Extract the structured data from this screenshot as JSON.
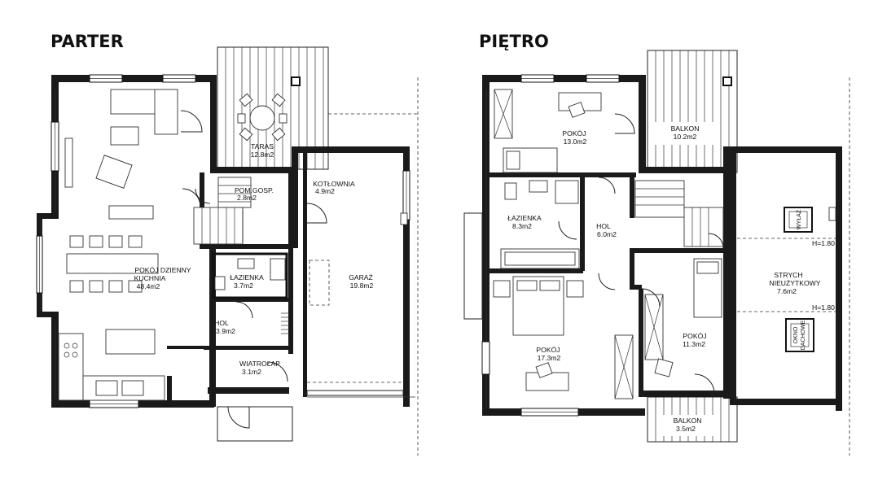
{
  "plans": {
    "ground": {
      "title": "PARTER",
      "rooms": {
        "taras": {
          "name": "TARAS",
          "area": "12.8m2"
        },
        "pom_gosp": {
          "name": "POM.GOSP.",
          "area": "2.8m2"
        },
        "kotlownia": {
          "name": "KOTŁOWNIA",
          "area": "4.9m2"
        },
        "pokoj_dzienny": {
          "name1": "POKÓJ DZIENNY",
          "name2": "KUCHNIA",
          "area": "48.4m2"
        },
        "lazienka": {
          "name": "ŁAZIENKA",
          "area": "3.7m2"
        },
        "garaz": {
          "name": "GARAŻ",
          "area": "19.8m2"
        },
        "hol": {
          "name": "HOL",
          "area": "3.9m2"
        },
        "wiatrolap": {
          "name": "WIATROŁAP",
          "area": "3.1m2"
        }
      }
    },
    "upper": {
      "title": "PIĘTRO",
      "rooms": {
        "pokoj_1": {
          "name": "POKÓJ",
          "area": "13.0m2"
        },
        "balkon_1": {
          "name": "BALKON",
          "area": "10.2m2"
        },
        "lazienka": {
          "name": "ŁAZIENKA",
          "area": "8.3m2"
        },
        "hol": {
          "name": "HOL",
          "area": "6.0m2"
        },
        "strych": {
          "name1": "STRYCH",
          "name2": "NIEUŻYTKOWY",
          "area": "7.6m2"
        },
        "pokoj_2": {
          "name": "POKÓJ",
          "area": "17.3m2"
        },
        "pokoj_3": {
          "name": "POKÓJ",
          "area": "11.3m2"
        },
        "balkon_2": {
          "name": "BALKON",
          "area": "3.5m2"
        }
      },
      "annotations": {
        "height_1": "H=1.80",
        "height_2": "H=1.80",
        "wylaz": "WYŁAZ",
        "okno": "OKNO",
        "dachowe": "DACHOWE"
      }
    }
  }
}
